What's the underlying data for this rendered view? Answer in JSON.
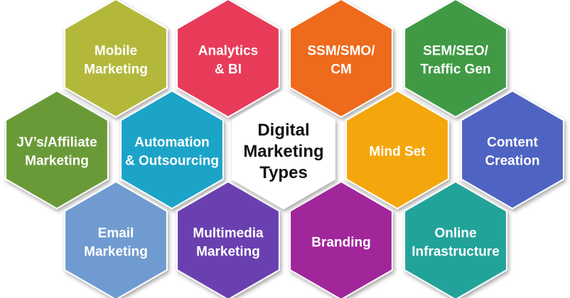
{
  "center": {
    "lines": [
      "Digital",
      "Marketing",
      "Types"
    ],
    "color": "#ffffff"
  },
  "hexagons": [
    {
      "id": "mobile-marketing",
      "lines": [
        "Mobile",
        "Marketing"
      ],
      "color": "#b3b83a"
    },
    {
      "id": "analytics-bi",
      "lines": [
        "Analytics",
        "& BI"
      ],
      "color": "#e83a5a"
    },
    {
      "id": "ssm-smo-cm",
      "lines": [
        "SSM/SMO/",
        "CM"
      ],
      "color": "#ee6a1f"
    },
    {
      "id": "sem-seo-traffic-gen",
      "lines": [
        "SEM/SEO/",
        "Traffic Gen"
      ],
      "color": "#3f9a44"
    },
    {
      "id": "jvs-affiliate-marketing",
      "lines": [
        "JV’s/Affiliate",
        "Marketing"
      ],
      "color": "#6b9a37"
    },
    {
      "id": "automation-outsourcing",
      "lines": [
        "Automation",
        "& Outsourcing"
      ],
      "color": "#1aa3c8"
    },
    {
      "id": "mind-set",
      "lines": [
        "Mind Set"
      ],
      "color": "#f4a60f"
    },
    {
      "id": "content-creation",
      "lines": [
        "Content",
        "Creation"
      ],
      "color": "#4f63c2"
    },
    {
      "id": "email-marketing",
      "lines": [
        "Email",
        "Marketing"
      ],
      "color": "#6f9bd0"
    },
    {
      "id": "multimedia-marketing",
      "lines": [
        "Multimedia",
        "Marketing"
      ],
      "color": "#6a3fb0"
    },
    {
      "id": "branding",
      "lines": [
        "Branding"
      ],
      "color": "#a0289a"
    },
    {
      "id": "online-infrastructure",
      "lines": [
        "Online",
        "Infrastructure"
      ],
      "color": "#23a39a"
    }
  ]
}
